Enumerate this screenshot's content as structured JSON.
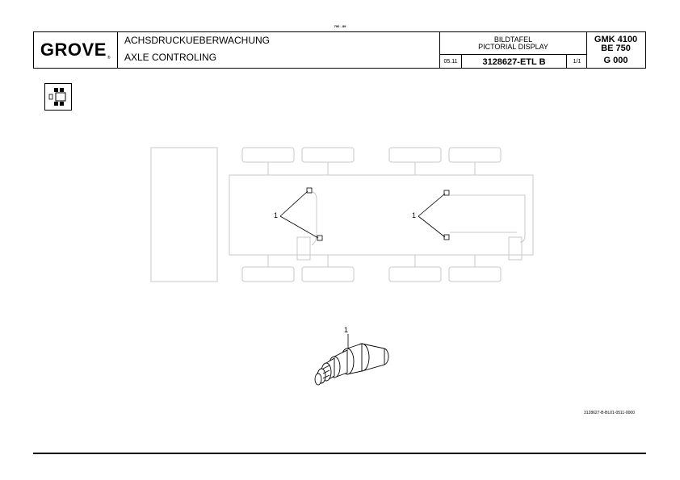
{
  "page": {
    "number_label": "790 - 89"
  },
  "header": {
    "logo": "GROVE",
    "logo_mark": "®",
    "title_de": "ACHSDRUCKUEBERWACHUNG",
    "title_en": "AXLE CONTROLING",
    "pictorial_de": "BILDTAFEL",
    "pictorial_en": "PICTORIAL DISPLAY",
    "date": "05.11",
    "doc_number": "3128627-ETL B",
    "sheet": "1/1",
    "model_line1": "GMK 4100",
    "model_line2": "BE 750",
    "model_line3": "G 000"
  },
  "callouts": {
    "sensor_left": "1",
    "sensor_right": "1",
    "detail": "1"
  },
  "drawing_ref": "3128627-B-BL01-0511-0000"
}
